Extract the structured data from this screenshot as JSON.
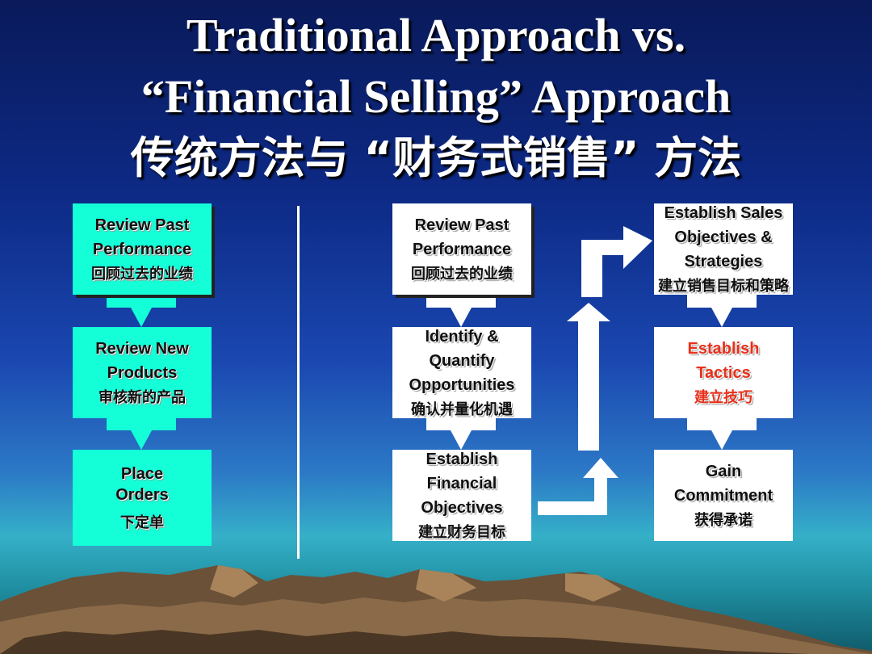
{
  "title": {
    "line1": "Traditional Approach vs.",
    "line2": "“Financial Selling” Approach",
    "line3": "传统方法与 “财务式销售” 方法"
  },
  "traditional": {
    "step1": {
      "line1": "Review Past",
      "line2": "Performance",
      "cn": "回顾过去的业绩"
    },
    "step2": {
      "line1": "Review New",
      "line2": "Products",
      "cn": "审核新的产品"
    },
    "step3": {
      "line1": "Place",
      "line2": "Orders",
      "cn": "下定单"
    }
  },
  "financial": {
    "step1": {
      "line1": "Review Past",
      "line2": "Performance",
      "cn": "回顾过去的业绩"
    },
    "step2": {
      "line1": "Identify &",
      "line2": "Quantify",
      "line3": "Opportunities",
      "cn": "确认并量化机遇"
    },
    "step3": {
      "line1": "Establish",
      "line2": "Financial",
      "line3": "Objectives",
      "cn": "建立财务目标"
    },
    "step4": {
      "line1": "Establish Sales",
      "line2": "Objectives &",
      "line3": "Strategies",
      "cn": "建立销售目标和策略"
    },
    "step5": {
      "line1": "Establish",
      "line2": "Tactics",
      "cn": "建立技巧"
    },
    "step6": {
      "line1": "Gain",
      "line2": "Commitment",
      "cn": "获得承诺"
    }
  },
  "colors": {
    "box_cyan": "#14ffd7",
    "box_white": "#ffffff",
    "highlight_red": "#e8301a",
    "arrow_cyan": "#14ffd7",
    "arrow_white": "#ffffff"
  }
}
